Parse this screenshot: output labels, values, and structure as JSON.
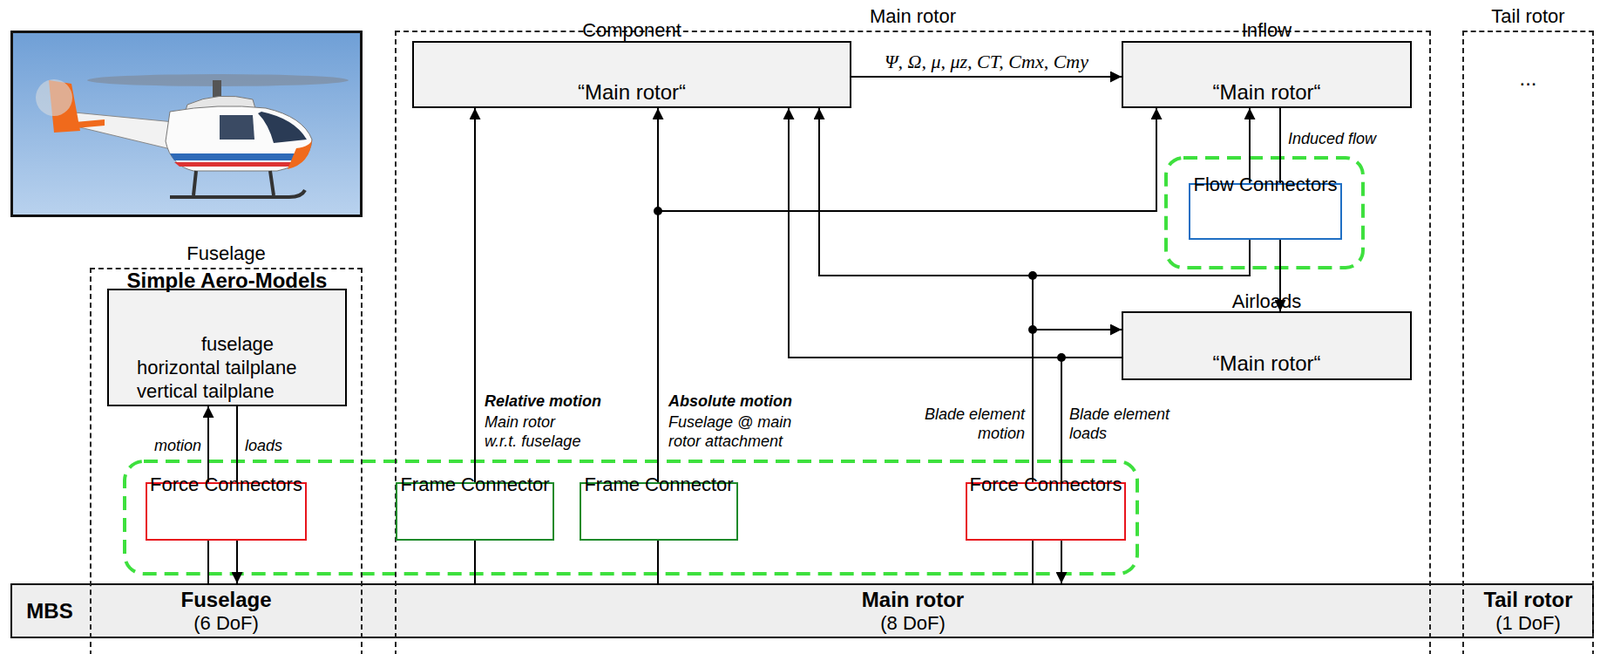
{
  "diagram": {
    "nodes": [
      {
        "text": [
          "Fuselage"
        ]
      },
      {
        "text": [
          "Simple Aero-Models",
          "fuselage",
          "horizontal tailplane",
          "vertical tailplane"
        ],
        "in": 0
      },
      {
        "text": [
          "Force Connectors"
        ],
        "in": 0
      },
      {
        "text": [
          "Main rotor"
        ]
      },
      {
        "text": [
          "Component",
          "“Main rotor“"
        ],
        "in": 3
      },
      {
        "text": [
          "Inflow",
          "“Main rotor“"
        ],
        "in": 3
      },
      {
        "text": [
          "Flow Connectors"
        ],
        "in": 3
      },
      {
        "text": [
          "Airloads",
          "“Main rotor“"
        ],
        "in": 3
      },
      {
        "text": [
          "Frame Connector"
        ],
        "in": 3
      },
      {
        "text": [
          "Frame Connector"
        ],
        "in": 3
      },
      {
        "text": [
          "Force Connectors"
        ],
        "in": 3
      },
      {
        "text": [
          "Tail rotor",
          "..."
        ]
      },
      {
        "text": [
          "MBS"
        ]
      },
      {
        "text": [
          "Fuselage",
          "(6 DoF)"
        ],
        "in": 12
      },
      {
        "text": [
          "Main rotor",
          "(8 DoF)"
        ],
        "in": 12
      },
      {
        "text": [
          "Tail rotor",
          "(1 DoF)"
        ],
        "in": 12
      }
    ],
    "edges": [
      {
        "from": 4,
        "to": 5,
        "arrow": "to",
        "label": "Ψ, Ω, μ, μz, CT, Cmx, Cmy"
      },
      {
        "from": 8,
        "to": 4,
        "arrow": "to"
      },
      {
        "from": 9,
        "to": 4,
        "arrow": "to"
      },
      {
        "from": 9,
        "to": 5,
        "arrow": "to"
      },
      {
        "from": 14,
        "to": 8,
        "arrow": "none"
      },
      {
        "from": 14,
        "to": 9,
        "arrow": "none"
      },
      {
        "from": 13,
        "to": 2,
        "arrow": "none"
      },
      {
        "from": 2,
        "to": 1,
        "arrow": "to"
      },
      {
        "from": 1,
        "to": 2,
        "arrow": "none"
      },
      {
        "from": 2,
        "to": 13,
        "arrow": "to"
      },
      {
        "from": 14,
        "to": 10,
        "arrow": "none"
      },
      {
        "from": 10,
        "to": 4,
        "arrow": "to"
      },
      {
        "from": 10,
        "to": 7,
        "arrow": "to"
      },
      {
        "from": 10,
        "to": 6,
        "arrow": "none"
      },
      {
        "from": 6,
        "to": 5,
        "arrow": "to"
      },
      {
        "from": 5,
        "to": 6,
        "arrow": "none"
      },
      {
        "from": 6,
        "to": 7,
        "arrow": "to"
      },
      {
        "from": 7,
        "to": 4,
        "arrow": "to"
      },
      {
        "from": 7,
        "to": 10,
        "arrow": "none"
      },
      {
        "from": 10,
        "to": 14,
        "arrow": "to"
      }
    ],
    "labels": [
      "Induced flow",
      "Relative motion",
      "Main rotor w.r.t. fuselage",
      "Absolute motion",
      "Fuselage @ main rotor attachment",
      "Blade element motion",
      "Blade element loads",
      "motion",
      "loads"
    ]
  }
}
